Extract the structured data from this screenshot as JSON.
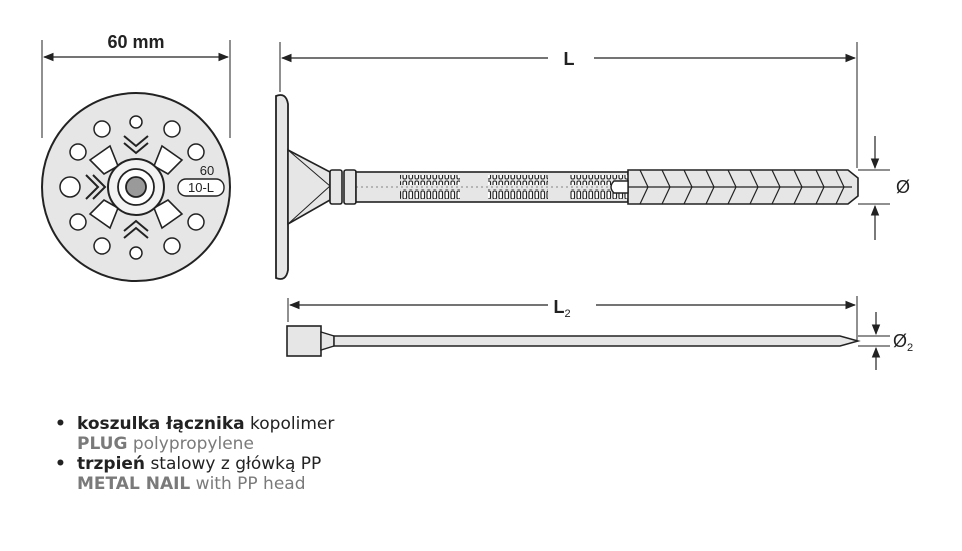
{
  "dimensions": {
    "head_diameter": "60 mm",
    "length": "L",
    "nail_length": "L",
    "nail_length_sub": "2",
    "diameter": "Ø",
    "nail_diameter": "Ø",
    "nail_diameter_sub": "2"
  },
  "head_marking": {
    "size": "60",
    "code": "10-L"
  },
  "legend": [
    {
      "bold": "koszulka łącznika",
      "text": " kopolimer",
      "en_bold": "PLUG",
      "en_text": " polypropylene"
    },
    {
      "bold": "trzpień",
      "text": " stalowy z główką PP",
      "en_bold": "METAL NAIL",
      "en_text": " with PP head"
    }
  ],
  "colors": {
    "line": "#222222",
    "fill_light": "#e6e6e6",
    "fill_mid": "#bdbdbd",
    "english_text": "#7a7a7a"
  }
}
